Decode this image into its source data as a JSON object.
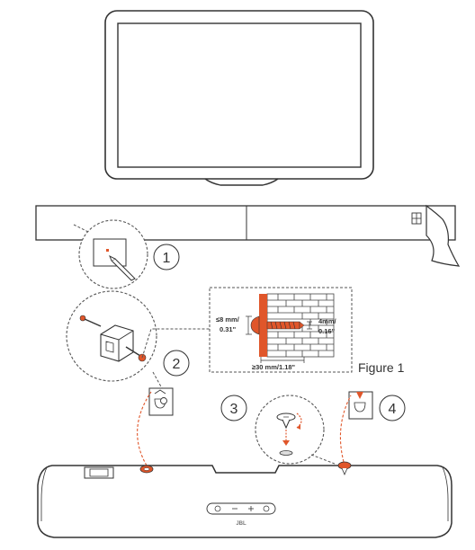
{
  "steps": {
    "step1": "1",
    "step2": "2",
    "step3": "3",
    "step4": "4"
  },
  "figure_label": "Figure 1",
  "callout": {
    "drill_depth_mm": "≤8 mm/",
    "drill_depth_in": "0.31\"",
    "screw_diameter_mm": "4mm/",
    "screw_diameter_in": "0.16\"",
    "screw_length": "≥30 mm/1.18\""
  },
  "soundbar_logo": "JBL",
  "colors": {
    "line": "#333333",
    "accent": "#e0562a",
    "dashed": "#555555",
    "brick": "#444444"
  }
}
